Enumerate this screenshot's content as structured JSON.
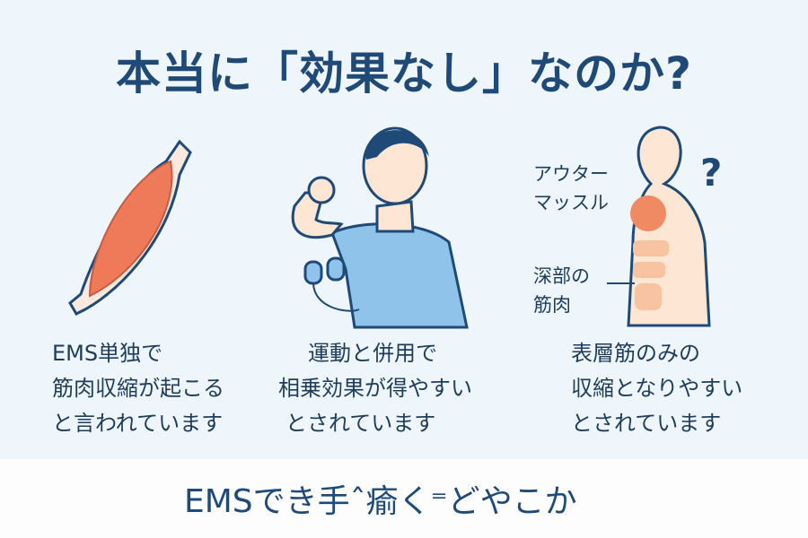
{
  "title": "本当に「効果なし」なのか?",
  "panels": [
    {
      "caption_lines": [
        "EMS単独で",
        "筋肉収縮が起こる",
        "と言われています"
      ]
    },
    {
      "caption_lines": [
        "運動と併用で",
        "相乗効果が得やすい",
        "とされています"
      ]
    },
    {
      "caption_lines": [
        "表層筋のみの",
        "収縮となりやすい",
        "とされています"
      ],
      "labels": {
        "outer": [
          "アウター",
          "マッスル"
        ],
        "deep": [
          "深部の",
          "筋肉"
        ],
        "question": "?"
      }
    }
  ],
  "footer": "EMSでき手ˆ瘉く⁼どやこか",
  "colors": {
    "primary": "#1f4a78",
    "muscle": "#ef7a5a",
    "skin": "#fde6d3",
    "shirt": "#8fc3ea"
  }
}
